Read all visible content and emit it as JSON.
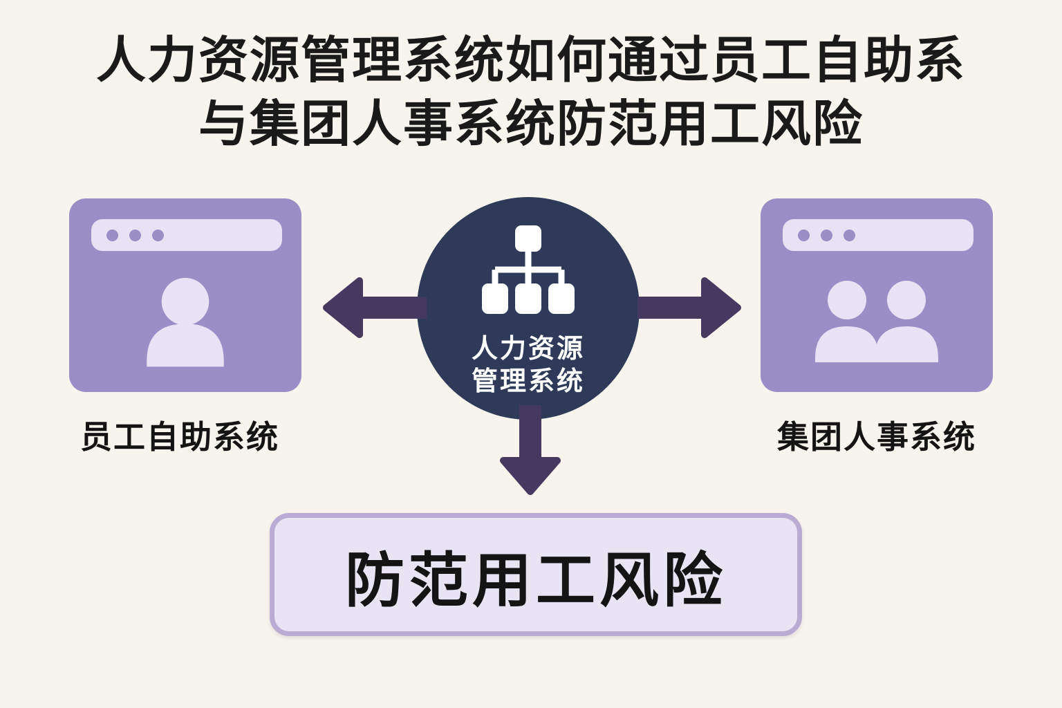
{
  "title": {
    "line1": "人力资源管理系统如何通过员工自助系",
    "line2": "与集团人事系统防范用工风险"
  },
  "center_hub": {
    "icon": "org-chart-icon",
    "label_line1": "人力资源",
    "label_line2": "管理系统"
  },
  "left_card": {
    "icon": "browser-single-user-icon",
    "label": "员工自助系统"
  },
  "right_card": {
    "icon": "browser-two-users-icon",
    "label": "集团人事系统"
  },
  "bottom_box": {
    "label": "防范用工风险"
  },
  "arrows": {
    "left": "arrow-left-icon",
    "right": "arrow-right-icon",
    "down": "arrow-down-icon"
  },
  "colors": {
    "background": "#f7f4ee",
    "title_text": "#1a1a1a",
    "card_purple": "#9b8dc6",
    "lavender": "#e7e2f4",
    "navy": "#2e3a58",
    "arrow_purple": "#46395f",
    "box_fill": "#e9e4f4",
    "box_border": "#b9abd2",
    "label_text": "#141414"
  }
}
